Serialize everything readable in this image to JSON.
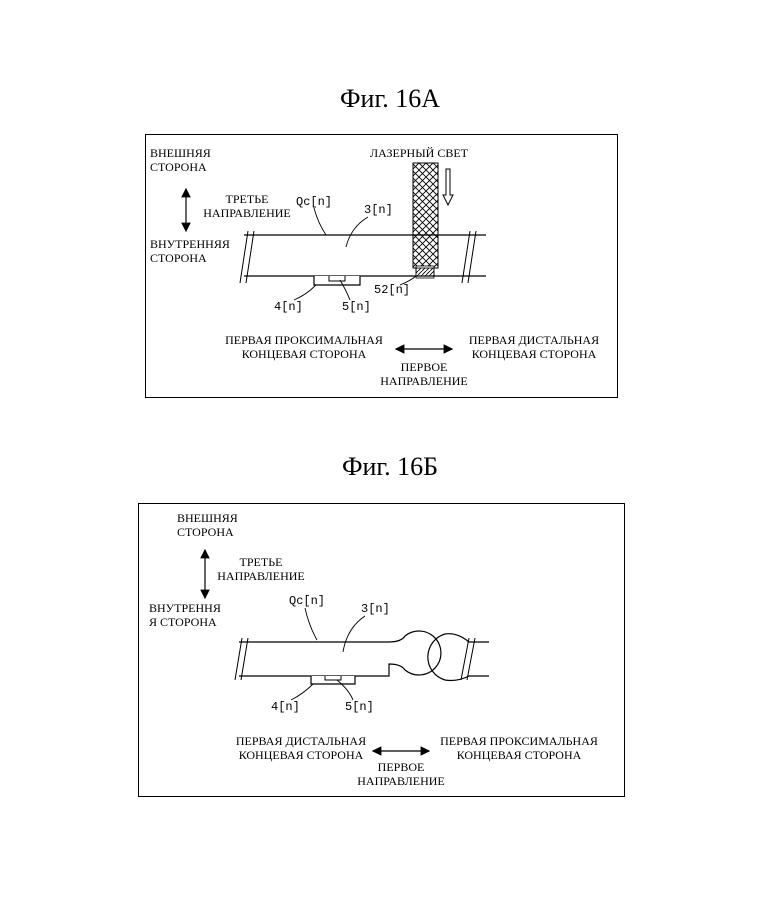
{
  "figA": {
    "title": "Фиг. 16А",
    "outer_top": "ВНЕШНЯЯ",
    "outer_bottom": "СТОРОНА",
    "third_top": "ТРЕТЬЕ",
    "third_bottom": "НАПРАВЛЕНИЕ",
    "inner_top": "ВНУТРЕННЯЯ",
    "inner_bottom": "СТОРОНА",
    "laser": "ЛАЗЕРНЫЙ СВЕТ",
    "ref_qc": "Qc[n]",
    "ref_3": "3[n]",
    "ref_4": "4[n]",
    "ref_5": "5[n]",
    "ref_52": "52[n]",
    "left_end_1": "ПЕРВАЯ ПРОКСИМАЛЬНАЯ",
    "left_end_2": "КОНЦЕВАЯ СТОРОНА",
    "right_end_1": "ПЕРВАЯ ДИСТАЛЬНАЯ",
    "right_end_2": "КОНЦЕВАЯ СТОРОНА",
    "first_1": "ПЕРВОЕ",
    "first_2": "НАПРАВЛЕНИЕ"
  },
  "figB": {
    "title": "Фиг. 16Б",
    "outer_top": "ВНЕШНЯЯ",
    "outer_bottom": "СТОРОНА",
    "third_top": "ТРЕТЬЕ",
    "third_bottom": "НАПРАВЛЕНИЕ",
    "inner_top": "ВНУТРЕННЯ",
    "inner_bottom": "Я СТОРОНА",
    "ref_qc": "Qc[n]",
    "ref_3": "3[n]",
    "ref_4": "4[n]",
    "ref_5": "5[n]",
    "left_end_1": "ПЕРВАЯ ДИСТАЛЬНАЯ",
    "left_end_2": "КОНЦЕВАЯ СТОРОНА",
    "right_end_1": "ПЕРВАЯ ПРОКСИМАЛЬНАЯ",
    "right_end_2": "КОНЦЕВАЯ СТОРОНА",
    "first_1": "ПЕРВОЕ",
    "first_2": "НАПРАВЛЕНИЕ"
  }
}
